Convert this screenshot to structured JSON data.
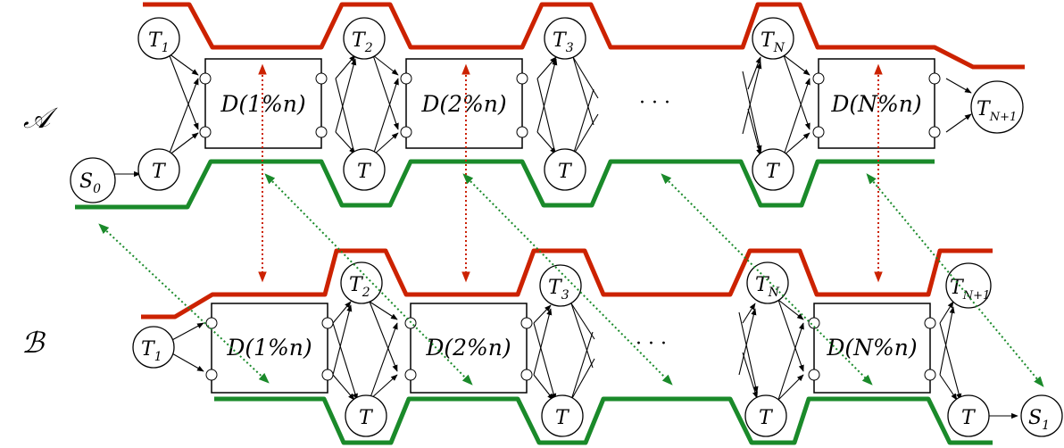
{
  "rows": {
    "a_label": "𝒜",
    "b_label": "ℬ"
  },
  "nodes": {
    "t1": "T",
    "t1_sub": "1",
    "t2": "T",
    "t2_sub": "2",
    "t3": "T",
    "t3_sub": "3",
    "tn": "T",
    "tn_sub": "N",
    "tn1": "T",
    "tn1_sub": "N+1",
    "t": "T",
    "s0": "S",
    "s0_sub": "0",
    "s1": "S",
    "s1_sub": "1"
  },
  "boxes": {
    "d1": "D(1%n)",
    "d2": "D(2%n)",
    "dn": "D(N%n)"
  },
  "ellipsis": "· · ·",
  "colors": {
    "red": "#cc2200",
    "green": "#1a8a2a"
  }
}
